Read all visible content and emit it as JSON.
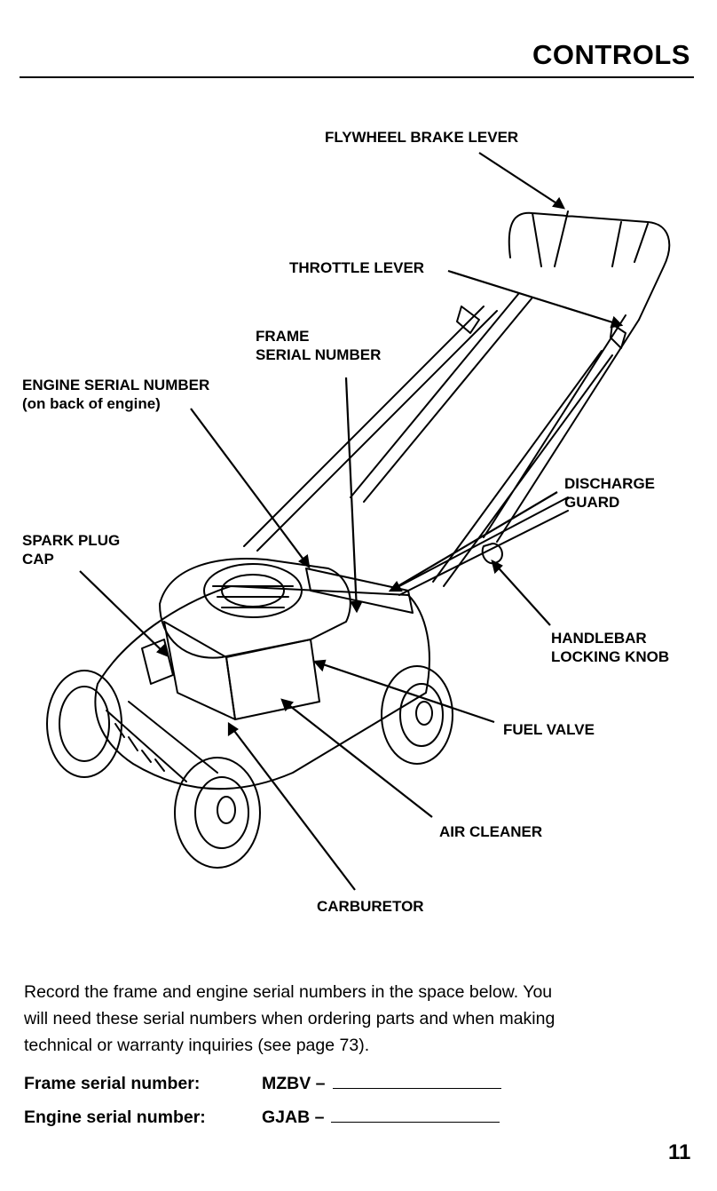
{
  "header": {
    "title": "CONTROLS"
  },
  "labels": {
    "flywheel_brake_lever": "FLYWHEEL BRAKE LEVER",
    "throttle_lever": "THROTTLE LEVER",
    "frame_serial_1": "FRAME",
    "frame_serial_2": "SERIAL NUMBER",
    "engine_serial_1": "ENGINE SERIAL NUMBER",
    "engine_serial_2": "(on back of engine)",
    "discharge_guard_1": "DISCHARGE",
    "discharge_guard_2": "GUARD",
    "spark_plug_1": "SPARK PLUG",
    "spark_plug_2": "CAP",
    "handlebar_knob_1": "HANDLEBAR",
    "handlebar_knob_2": "LOCKING KNOB",
    "fuel_valve": "FUEL VALVE",
    "air_cleaner": "AIR CLEANER",
    "carburetor": "CARBURETOR"
  },
  "body": {
    "line1": "Record the frame and engine serial numbers in the space below. You",
    "line2": "will need these serial numbers when ordering parts and when making",
    "line3": "technical or warranty inquiries (see page 73)."
  },
  "serials": {
    "frame_label": "Frame serial number:",
    "frame_prefix": "MZBV –",
    "engine_label": "Engine serial number:",
    "engine_prefix": "GJAB –"
  },
  "footer": {
    "page_number": "11"
  }
}
